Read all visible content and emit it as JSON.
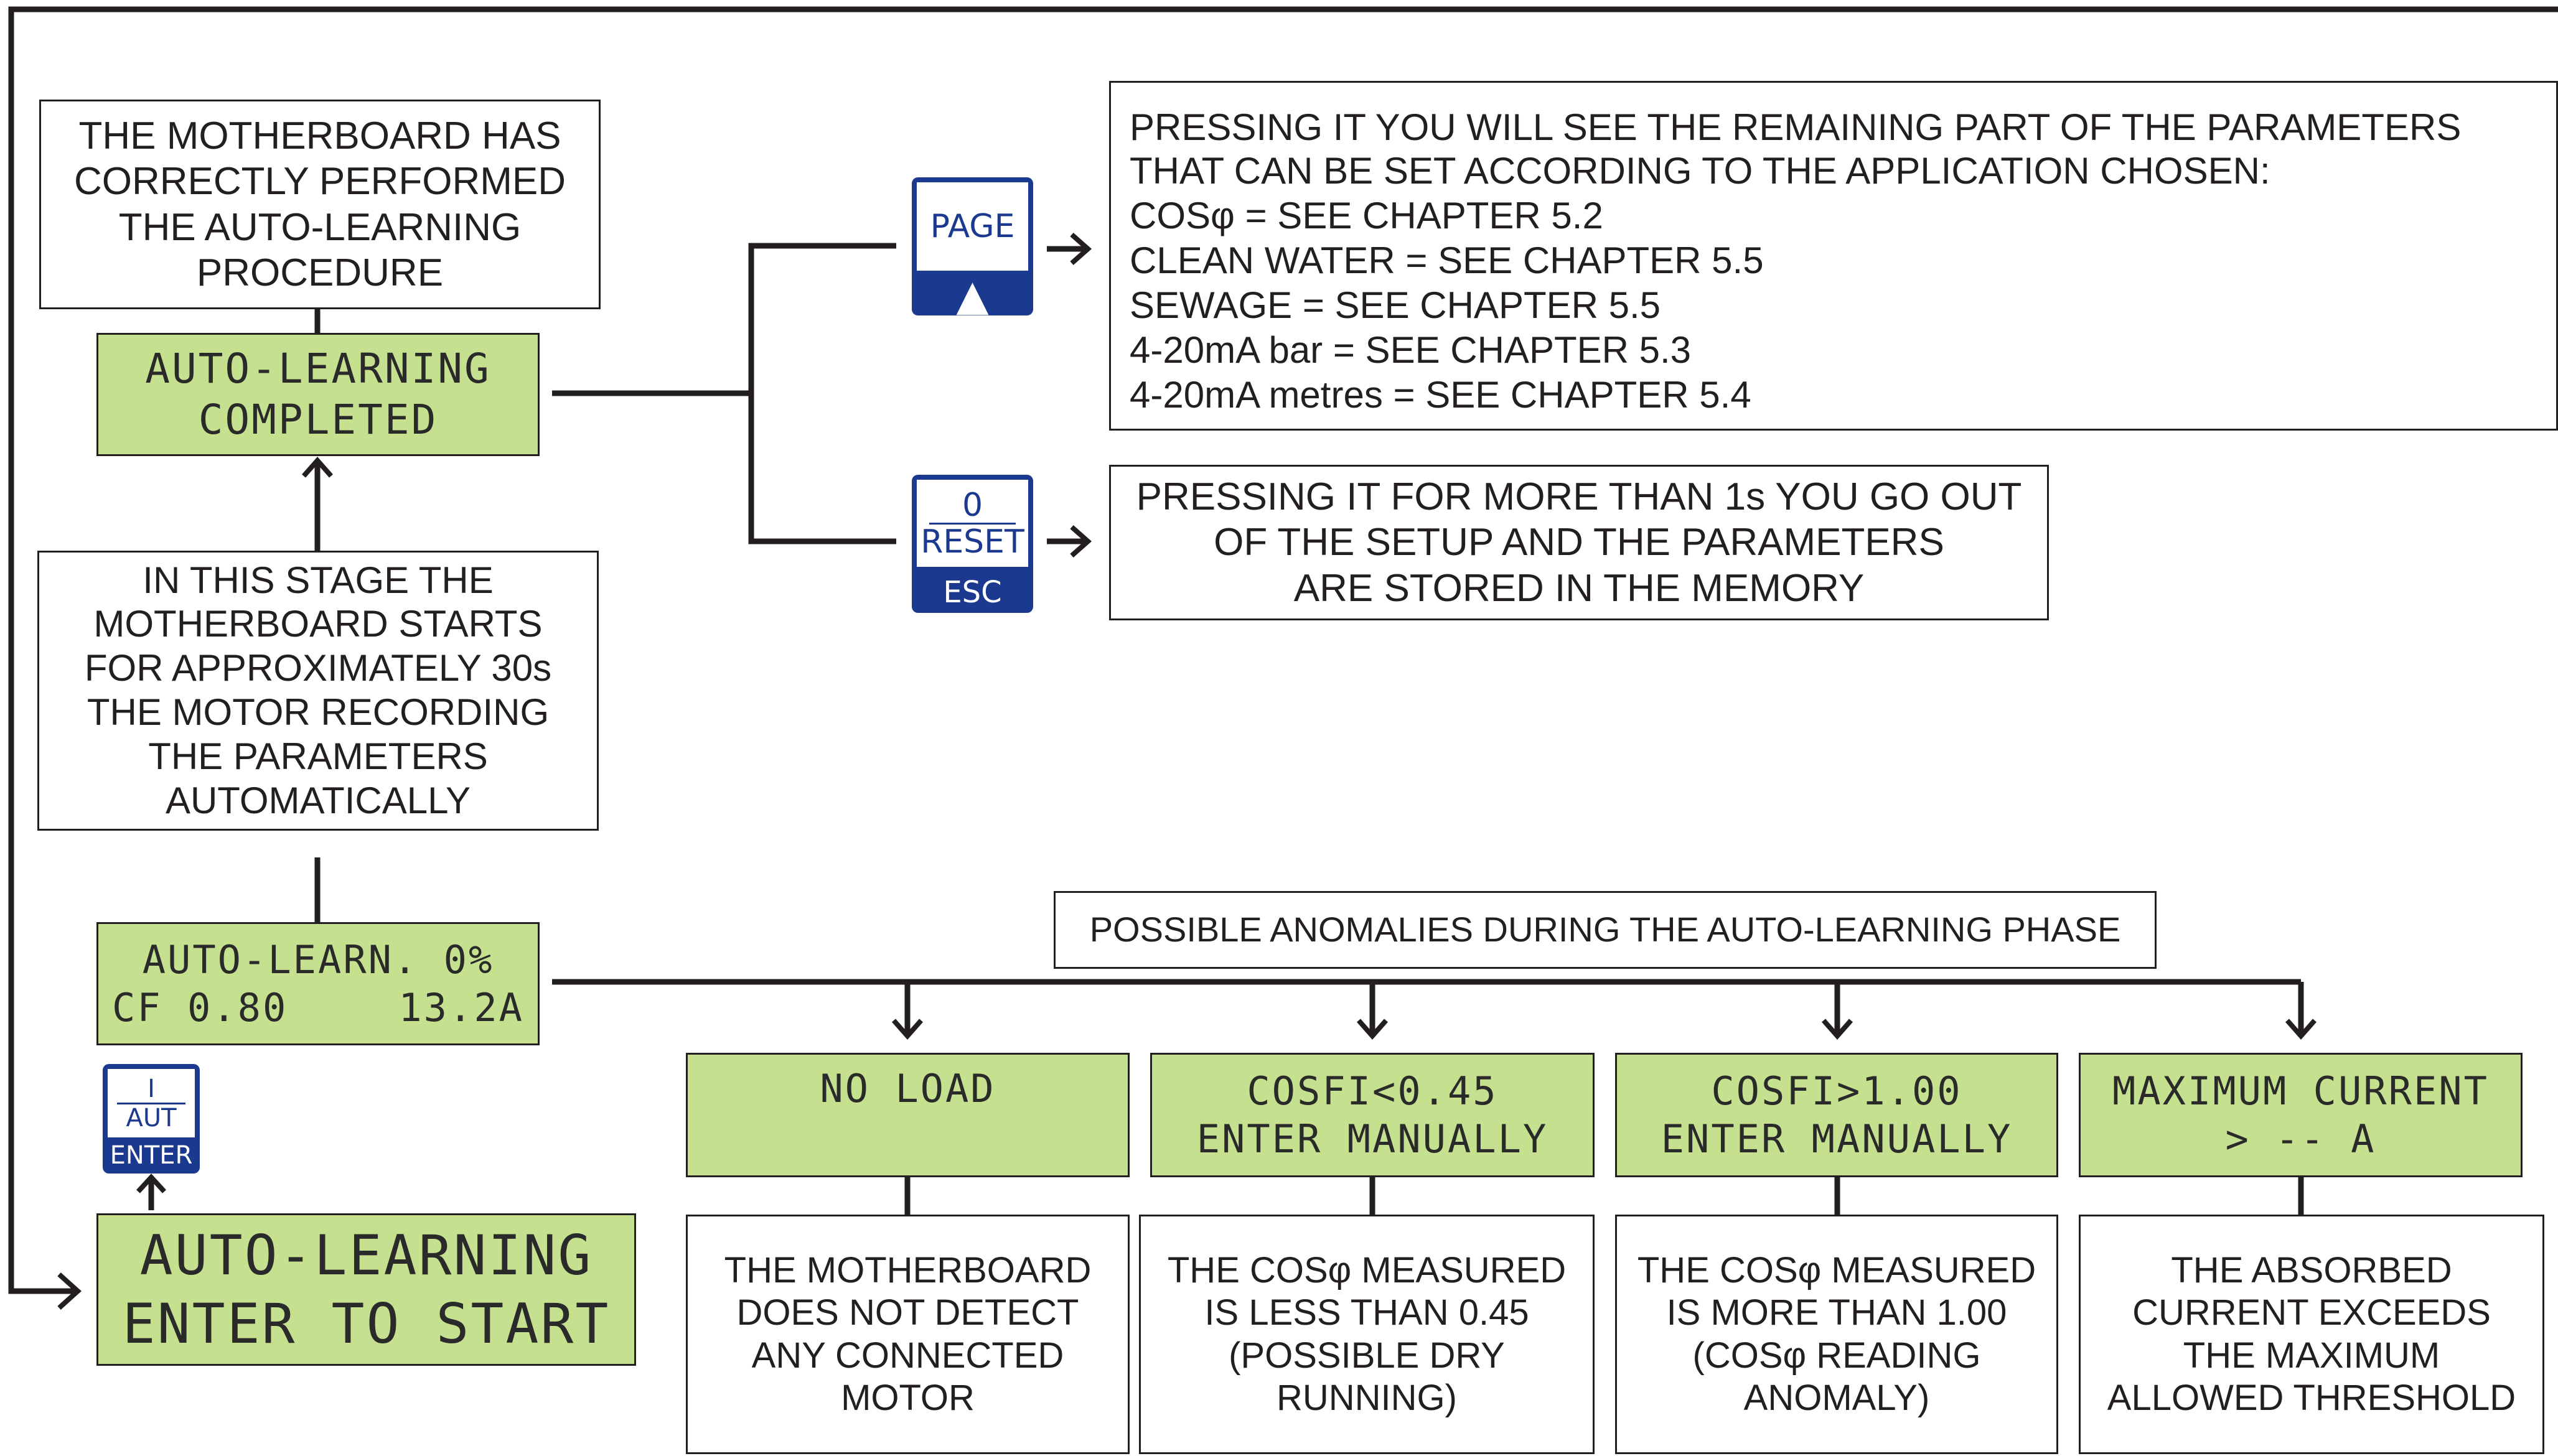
{
  "done_note": {
    "lines": [
      "THE MOTHERBOARD HAS",
      "CORRECTLY PERFORMED",
      "THE AUTO-LEARNING",
      "PROCEDURE"
    ]
  },
  "completed_lcd": {
    "lines": [
      "AUTO-LEARNING",
      "COMPLETED"
    ]
  },
  "stage_note": {
    "lines": [
      "IN THIS STAGE THE",
      "MOTHERBOARD STARTS",
      "FOR APPROXIMATELY 30s",
      "THE MOTOR RECORDING",
      "THE PARAMETERS",
      "AUTOMATICALLY"
    ]
  },
  "progress_lcd": {
    "line1": "AUTO-LEARN. 0%",
    "cf": "CF 0.80",
    "amps": "13.2A"
  },
  "start_lcd": {
    "lines": [
      "AUTO-LEARNING",
      "ENTER TO START"
    ]
  },
  "page_key": {
    "label": "PAGE",
    "arrow": "▲"
  },
  "esc_key": {
    "top": "0",
    "mid": "RESET",
    "bottom": "ESC"
  },
  "enter_key": {
    "top": "I",
    "mid": "AUT",
    "bottom": "ENTER"
  },
  "page_note": {
    "lines": [
      "PRESSING IT YOU WILL SEE THE REMAINING PART OF THE PARAMETERS",
      "THAT CAN BE SET ACCORDING TO THE APPLICATION CHOSEN:",
      "COSφ = SEE CHAPTER 5.2",
      "CLEAN WATER = SEE CHAPTER 5.5",
      "SEWAGE = SEE CHAPTER 5.5",
      "4-20mA bar = SEE CHAPTER 5.3",
      "4-20mA metres = SEE CHAPTER 5.4"
    ]
  },
  "esc_note": {
    "lines": [
      "PRESSING IT FOR MORE THAN 1s YOU GO OUT",
      "OF THE SETUP AND THE PARAMETERS",
      "ARE STORED IN THE MEMORY"
    ]
  },
  "anomalies_title": "POSSIBLE ANOMALIES DURING THE AUTO-LEARNING PHASE",
  "anomalies": [
    {
      "lcd": [
        "NO LOAD",
        " "
      ],
      "desc": [
        "THE MOTHERBOARD",
        "DOES NOT DETECT",
        "ANY CONNECTED",
        "MOTOR"
      ]
    },
    {
      "lcd": [
        "COSFI<0.45",
        "ENTER MANUALLY"
      ],
      "desc": [
        "THE COSφ MEASURED",
        "IS LESS THAN 0.45",
        "(POSSIBLE DRY",
        "RUNNING)"
      ]
    },
    {
      "lcd": [
        "COSFI>1.00",
        "ENTER MANUALLY"
      ],
      "desc": [
        "THE COSφ MEASURED",
        "IS MORE THAN 1.00",
        "(COSφ READING",
        "ANOMALY)"
      ]
    },
    {
      "lcd": [
        "MAXIMUM CURRENT",
        "> -- A"
      ],
      "desc": [
        "THE ABSORBED",
        "CURRENT EXCEEDS",
        "THE MAXIMUM",
        "ALLOWED THRESHOLD"
      ]
    }
  ],
  "colors": {
    "lcd_green": "#c5e08f",
    "key_blue": "#1b3a8f",
    "arrow_grey": "#6d6e6e",
    "ink": "#231f20"
  }
}
